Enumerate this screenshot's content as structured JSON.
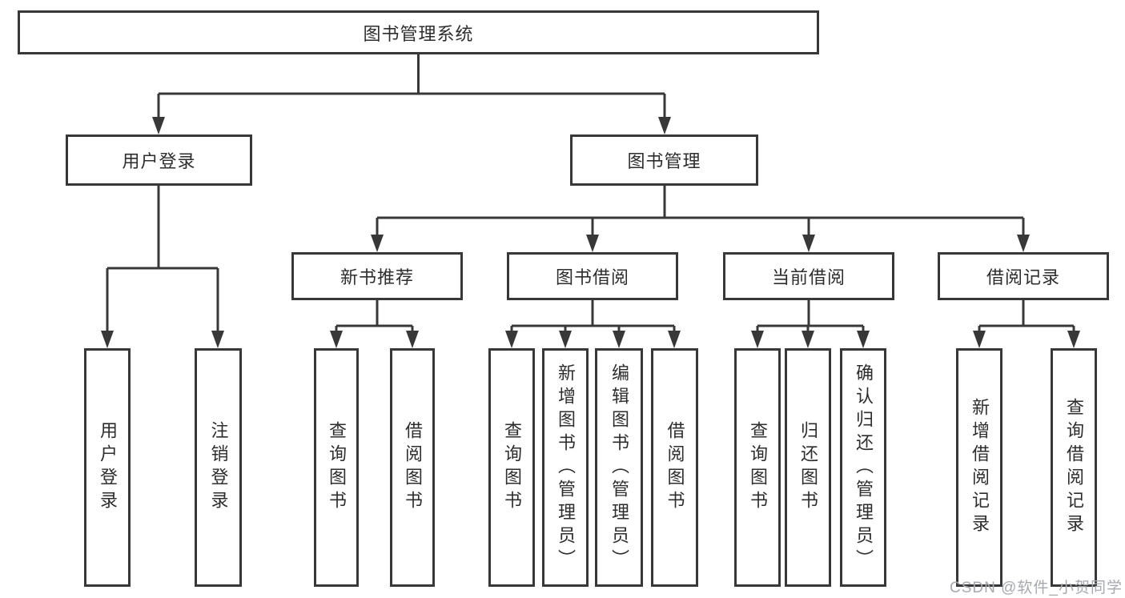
{
  "diagram": {
    "root": "图书管理系统",
    "user_login": {
      "label": "用户登录",
      "children": [
        "用户登录",
        "注销登录"
      ]
    },
    "book_management": {
      "label": "图书管理",
      "sections": [
        {
          "label": "新书推荐",
          "children": [
            "查询图书",
            "借阅图书"
          ]
        },
        {
          "label": "图书借阅",
          "children": [
            "查询图书",
            "新增图书（管理员）",
            "编辑图书（管理员）",
            "借阅图书"
          ]
        },
        {
          "label": "当前借阅",
          "children": [
            "查询图书",
            "归还图书",
            "确认归还（管理员）"
          ]
        },
        {
          "label": "借阅记录",
          "children": [
            "新增借阅记录",
            "查询借阅记录"
          ]
        }
      ]
    },
    "watermark": "CSDN @软件_小贺同学",
    "colors": {
      "line": "#383838",
      "text": "#2d2d2d",
      "watermark": "#a6a9b0",
      "background": "#ffffff"
    }
  }
}
